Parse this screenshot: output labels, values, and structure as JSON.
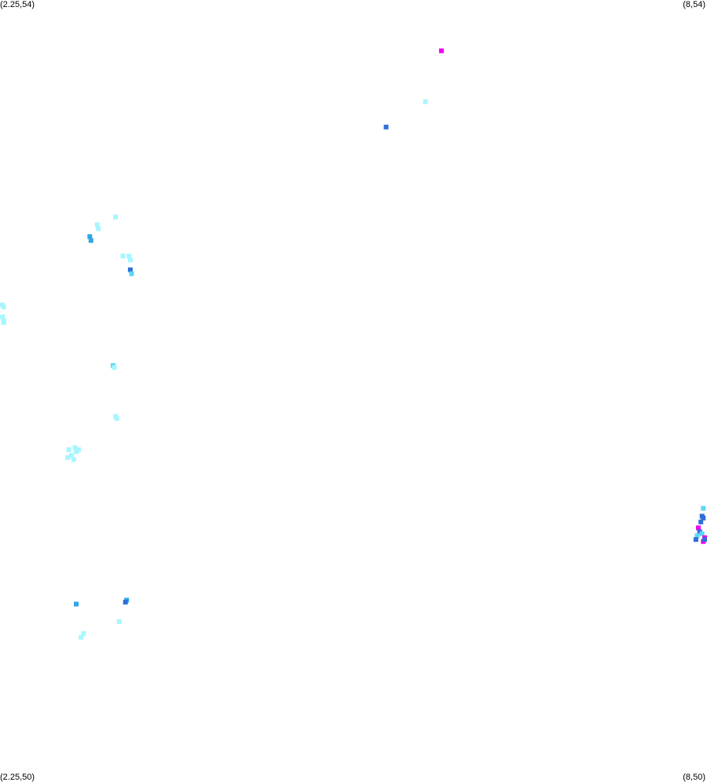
{
  "corners": {
    "top_left": "(2.25,54)",
    "top_right": "(8,54)",
    "bottom_left": "(2.25,50)",
    "bottom_right": "(8,50)"
  },
  "chart_data": {
    "type": "scatter",
    "xlim": [
      2.25,
      8
    ],
    "ylim": [
      50,
      54
    ],
    "grid": false,
    "colors": {
      "light_cyan": "#a6f6ff",
      "cyan": "#5cd6f2",
      "sky_blue": "#2fa6e6",
      "blue": "#2f6fd6",
      "magenta": "#f000f0"
    },
    "points": [
      {
        "x": 5.84,
        "y": 53.74,
        "c": "magenta"
      },
      {
        "x": 5.71,
        "y": 53.48,
        "c": "light_cyan"
      },
      {
        "x": 5.39,
        "y": 53.35,
        "c": "blue"
      },
      {
        "x": 3.19,
        "y": 52.89,
        "c": "light_cyan"
      },
      {
        "x": 3.04,
        "y": 52.85,
        "c": "light_cyan"
      },
      {
        "x": 3.05,
        "y": 52.83,
        "c": "light_cyan"
      },
      {
        "x": 2.98,
        "y": 52.79,
        "c": "sky_blue"
      },
      {
        "x": 2.99,
        "y": 52.77,
        "c": "sky_blue"
      },
      {
        "x": 3.25,
        "y": 52.69,
        "c": "light_cyan"
      },
      {
        "x": 3.3,
        "y": 52.69,
        "c": "light_cyan"
      },
      {
        "x": 3.31,
        "y": 52.67,
        "c": "light_cyan"
      },
      {
        "x": 3.31,
        "y": 52.62,
        "c": "blue"
      },
      {
        "x": 3.32,
        "y": 52.6,
        "c": "cyan"
      },
      {
        "x": 2.27,
        "y": 52.44,
        "c": "light_cyan"
      },
      {
        "x": 2.28,
        "y": 52.43,
        "c": "light_cyan"
      },
      {
        "x": 2.27,
        "y": 52.38,
        "c": "light_cyan"
      },
      {
        "x": 2.28,
        "y": 52.36,
        "c": "light_cyan"
      },
      {
        "x": 2.28,
        "y": 52.35,
        "c": "light_cyan"
      },
      {
        "x": 3.17,
        "y": 52.13,
        "c": "cyan"
      },
      {
        "x": 3.18,
        "y": 52.12,
        "c": "light_cyan"
      },
      {
        "x": 3.19,
        "y": 51.87,
        "c": "light_cyan"
      },
      {
        "x": 3.2,
        "y": 51.86,
        "c": "light_cyan"
      },
      {
        "x": 2.86,
        "y": 51.71,
        "c": "light_cyan"
      },
      {
        "x": 2.87,
        "y": 51.69,
        "c": "light_cyan"
      },
      {
        "x": 2.89,
        "y": 51.7,
        "c": "light_cyan"
      },
      {
        "x": 2.81,
        "y": 51.7,
        "c": "light_cyan"
      },
      {
        "x": 2.83,
        "y": 51.67,
        "c": "light_cyan"
      },
      {
        "x": 2.8,
        "y": 51.66,
        "c": "light_cyan"
      },
      {
        "x": 2.85,
        "y": 51.65,
        "c": "light_cyan"
      },
      {
        "x": 7.97,
        "y": 51.4,
        "c": "cyan"
      },
      {
        "x": 7.96,
        "y": 51.36,
        "c": "blue"
      },
      {
        "x": 7.97,
        "y": 51.35,
        "c": "blue"
      },
      {
        "x": 7.95,
        "y": 51.33,
        "c": "blue"
      },
      {
        "x": 7.93,
        "y": 51.3,
        "c": "magenta"
      },
      {
        "x": 7.94,
        "y": 51.28,
        "c": "blue"
      },
      {
        "x": 7.96,
        "y": 51.27,
        "c": "cyan"
      },
      {
        "x": 7.92,
        "y": 51.26,
        "c": "cyan"
      },
      {
        "x": 7.99,
        "y": 51.25,
        "c": "magenta"
      },
      {
        "x": 7.91,
        "y": 51.24,
        "c": "blue"
      },
      {
        "x": 7.97,
        "y": 51.23,
        "c": "magenta"
      },
      {
        "x": 7.98,
        "y": 51.24,
        "c": "blue"
      },
      {
        "x": 3.28,
        "y": 50.93,
        "c": "sky_blue"
      },
      {
        "x": 3.27,
        "y": 50.92,
        "c": "blue"
      },
      {
        "x": 2.87,
        "y": 50.91,
        "c": "sky_blue"
      },
      {
        "x": 3.22,
        "y": 50.82,
        "c": "light_cyan"
      },
      {
        "x": 2.93,
        "y": 50.76,
        "c": "light_cyan"
      },
      {
        "x": 2.91,
        "y": 50.74,
        "c": "light_cyan"
      }
    ]
  }
}
